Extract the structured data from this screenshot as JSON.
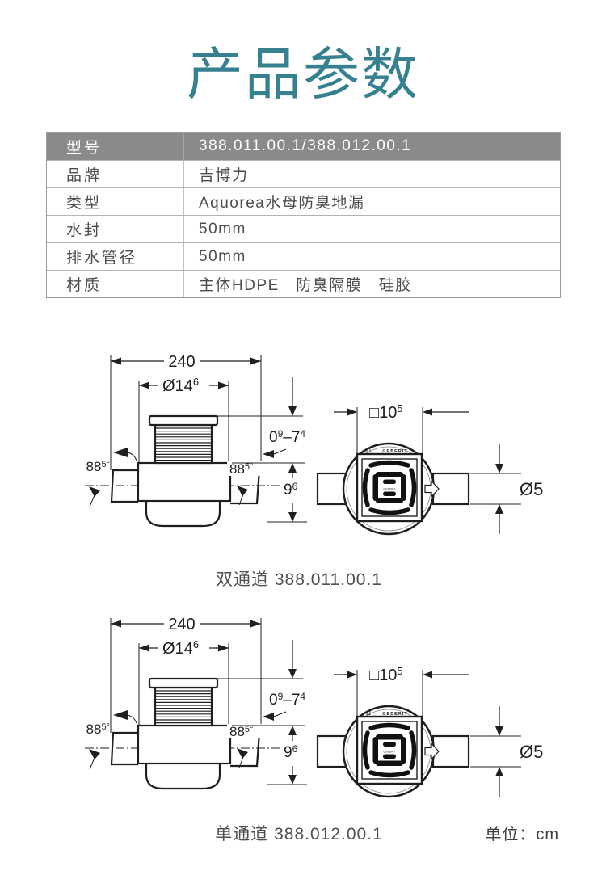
{
  "page": {
    "title": "产品参数"
  },
  "colors": {
    "accent_teal": "#36818F",
    "table_header_gray": "#8A8A8A",
    "text_dark": "#4D4D4D",
    "drawing_line": "#1F1F1F"
  },
  "spec_table": {
    "header": {
      "key": "型号",
      "value": "388.011.00.1/388.012.00.1"
    },
    "rows": [
      {
        "key": "品牌",
        "value": "吉博力"
      },
      {
        "key": "类型",
        "value": "Aquorea水母防臭地漏"
      },
      {
        "key": "水封",
        "value": "50mm"
      },
      {
        "key": "排水管径",
        "value": "50mm"
      },
      {
        "key": "材质",
        "value": "主体HDPE　防臭隔膜　硅胶"
      }
    ]
  },
  "diagrams": {
    "dims": {
      "overall_width": "240",
      "riser_dia": "Ø14",
      "riser_dia_sup": "6",
      "install_range_a": "0",
      "install_range_a_sup": "9",
      "install_range_b": "–7",
      "install_range_b_sup": "4",
      "body_depth": "9",
      "body_depth_sup": "6",
      "outlet_angle": "88",
      "outlet_angle_sup": "5°",
      "grate_size": "□10",
      "grate_size_sup": "5",
      "outlet_dia": "Ø5",
      "brand_mark": "GEBERIT",
      "brand_mark_center": "GEBERIT"
    },
    "items": [
      {
        "caption": "双通道 388.011.00.1"
      },
      {
        "caption": "单通道 388.012.00.1"
      }
    ]
  },
  "footer": {
    "unit_label": "单位：cm"
  }
}
